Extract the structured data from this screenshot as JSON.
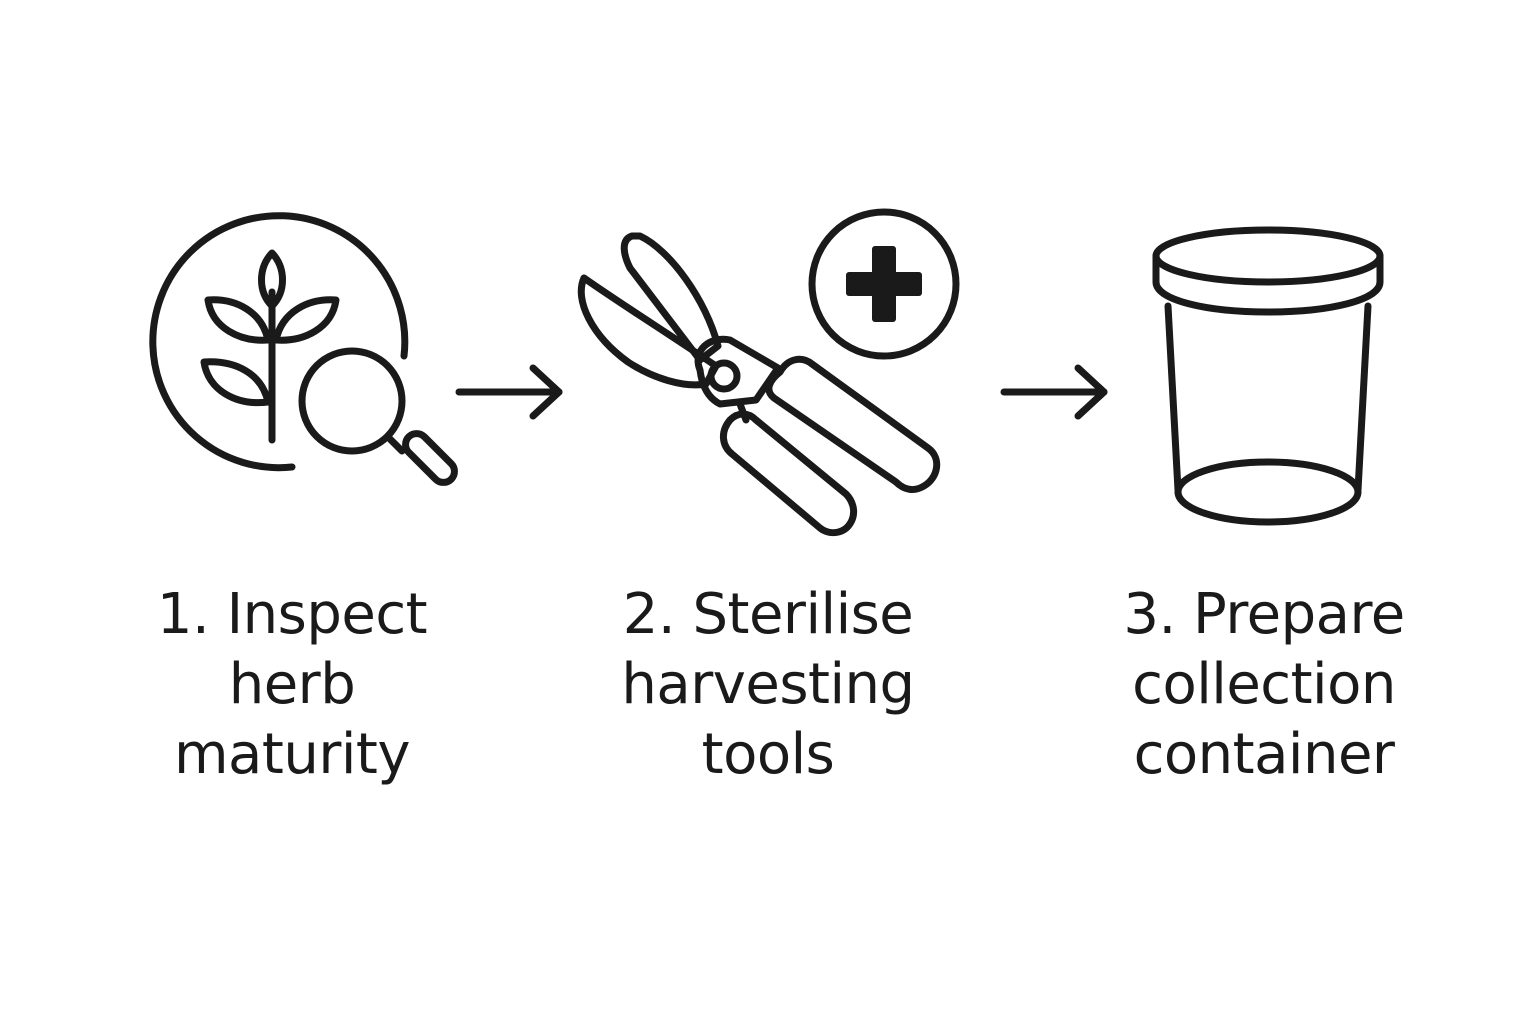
{
  "colors": {
    "stroke": "#1a1a1a",
    "background": "#ffffff"
  },
  "steps": [
    {
      "icon": "herb-magnifier-icon",
      "lines": [
        "1. Inspect",
        "herb",
        "maturity"
      ]
    },
    {
      "icon": "pruning-shears-plus-icon",
      "lines": [
        "2. Sterilise",
        "harvesting",
        "tools"
      ]
    },
    {
      "icon": "collection-container-icon",
      "lines": [
        "3. Prepare",
        "collection",
        "container"
      ]
    }
  ],
  "arrows": [
    "arrow-right-icon",
    "arrow-right-icon"
  ]
}
